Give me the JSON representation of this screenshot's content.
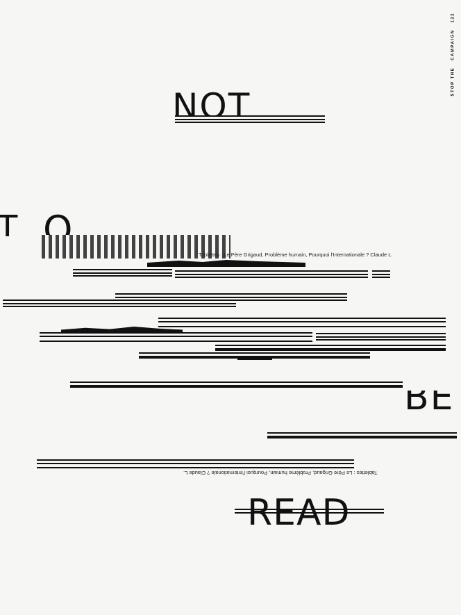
{
  "poster": {
    "side_label": [
      "STOP THE",
      "CAMPAIGN",
      "122"
    ],
    "words": {
      "not": "NOT",
      "to_t": "T",
      "to_o": "O",
      "be": "BE",
      "read": "READ"
    },
    "snippet_top": "Tablettes : Le Père Grigaud, Problème humain, Pourquoi l'Internationale ? Claude L.",
    "snippet_bottom": "Tablettes : Le Père Grigaud, Problème humain, Pourquoi l'Internationale ? Claude L.",
    "ink_color": "#111111",
    "paper_color": "#f6f6f4"
  }
}
